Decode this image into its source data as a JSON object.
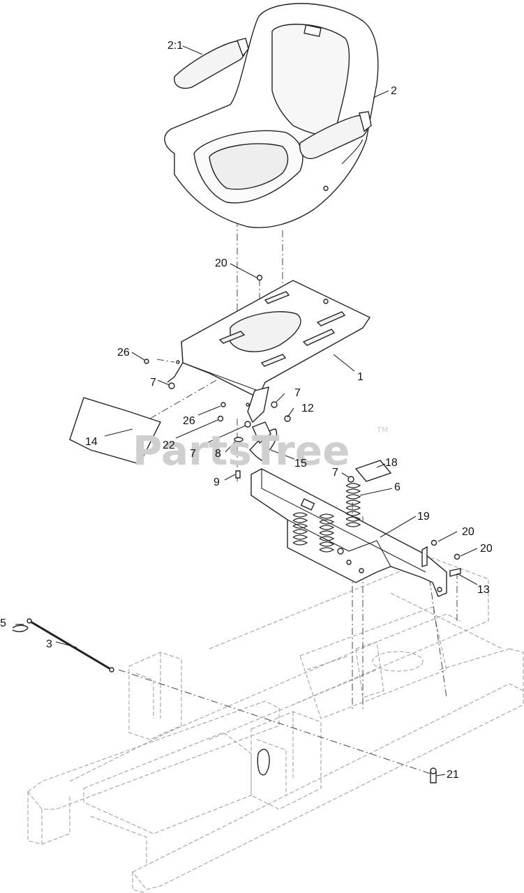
{
  "watermark": {
    "text": "PartsTree",
    "tm": "TM"
  },
  "callouts": [
    {
      "label": "2:1"
    },
    {
      "label": "2"
    },
    {
      "label": "20"
    },
    {
      "label": "26"
    },
    {
      "label": "1"
    },
    {
      "label": "7"
    },
    {
      "label": "7"
    },
    {
      "label": "26"
    },
    {
      "label": "12"
    },
    {
      "label": "22"
    },
    {
      "label": "14"
    },
    {
      "label": "7"
    },
    {
      "label": "8"
    },
    {
      "label": "15"
    },
    {
      "label": "9"
    },
    {
      "label": "7"
    },
    {
      "label": "18"
    },
    {
      "label": "6"
    },
    {
      "label": "19"
    },
    {
      "label": "20"
    },
    {
      "label": "20"
    },
    {
      "label": "13"
    },
    {
      "label": "5"
    },
    {
      "label": "3"
    },
    {
      "label": "21"
    }
  ]
}
